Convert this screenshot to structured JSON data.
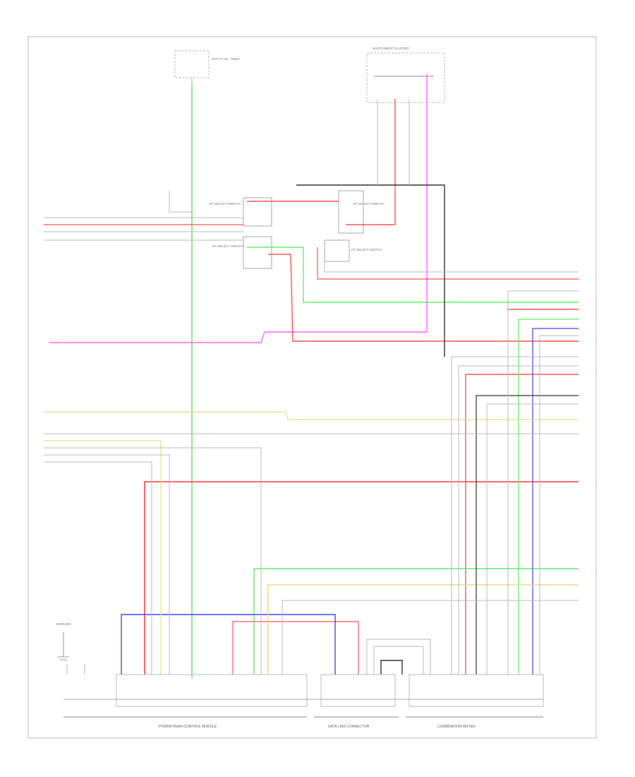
{
  "diagram": {
    "colors": {
      "green": "#66ee66",
      "red": "#ff5555",
      "magenta": "#ff66ff",
      "blue": "#4444ff",
      "yellow": "#e8dc88",
      "gray": "#bbbbbb",
      "black": "#222222"
    },
    "components": [
      {
        "id": "top-fuse",
        "label": "HOT AT ALL TIMES"
      },
      {
        "id": "top-right-module",
        "label": "INSTRUMENT CLUSTER"
      },
      {
        "id": "center-switch-1",
        "label": "A/T SELECT SWITCH"
      },
      {
        "id": "center-switch-2",
        "label": "A/T SELECT SWITCH"
      },
      {
        "id": "right-switch-1",
        "label": "A/T SELECT SWITCH"
      },
      {
        "id": "right-switch-2",
        "label": "A/T SELECT SWITCH"
      },
      {
        "id": "ground",
        "label": "GROUND"
      },
      {
        "id": "bottom-conn-1",
        "label": "POWERTRAIN CONTROL MODULE"
      },
      {
        "id": "bottom-conn-2",
        "label": "DATA LINK CONNECTOR"
      },
      {
        "id": "bottom-conn-3",
        "label": "COMBINATION METER"
      }
    ],
    "footer_code": ""
  }
}
